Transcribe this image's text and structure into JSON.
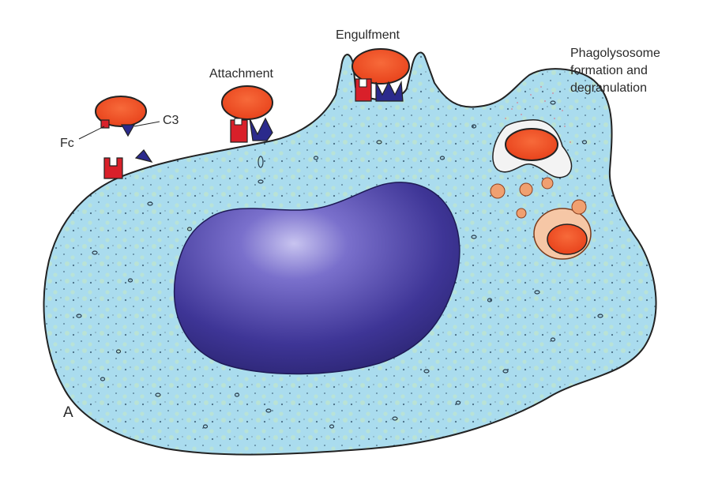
{
  "labels": {
    "engulfment": "Engulfment",
    "attachment": "Attachment",
    "phagolysosome_line1": "Phagolysosome",
    "phagolysosome_line2": "formation and",
    "phagolysosome_line3": "degranulation",
    "c3": "C3",
    "fc": "Fc",
    "panel": "A"
  },
  "colors": {
    "cytoplasm": "#a9dcef",
    "nucleus": "#4a3fa8",
    "bacterium": "#ef4a22",
    "fc_receptor": "#d9202a",
    "c3_receptor": "#2b2a8c",
    "granule": "#f0a070"
  }
}
